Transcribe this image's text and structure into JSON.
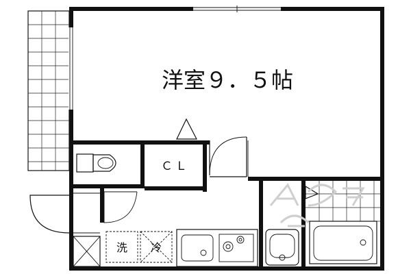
{
  "plan": {
    "main_room_label": "洋室９．５帖",
    "closet_label": "ＣＬ",
    "washer_label": "洗",
    "fridge_label": "冷"
  }
}
